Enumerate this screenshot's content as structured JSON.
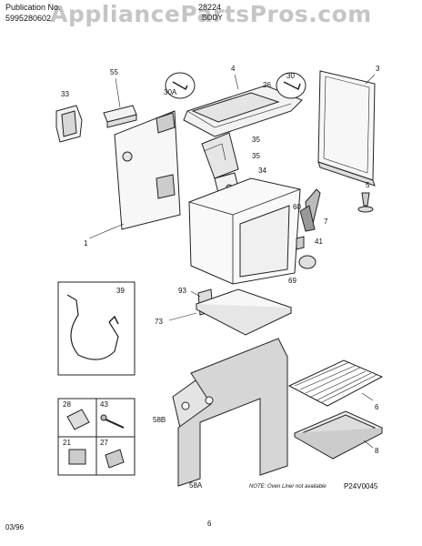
{
  "header": {
    "publication_label": "Publication No.",
    "publication_number": "5995280602",
    "model": "28224",
    "section": "BODY"
  },
  "watermark": "AppliancePartsPros.com",
  "callouts": [
    "55",
    "4",
    "30",
    "3",
    "33",
    "30A",
    "26",
    "35",
    "35",
    "34",
    "5",
    "7",
    "60",
    "41",
    "1",
    "69",
    "39",
    "93",
    "73",
    "28",
    "43",
    "21",
    "27",
    "58B",
    "6",
    "58A",
    "8"
  ],
  "note": "NOTE: Oven Liner not available",
  "figure_id": "P24V0045",
  "footer": {
    "date": "03/96",
    "page": "6"
  }
}
